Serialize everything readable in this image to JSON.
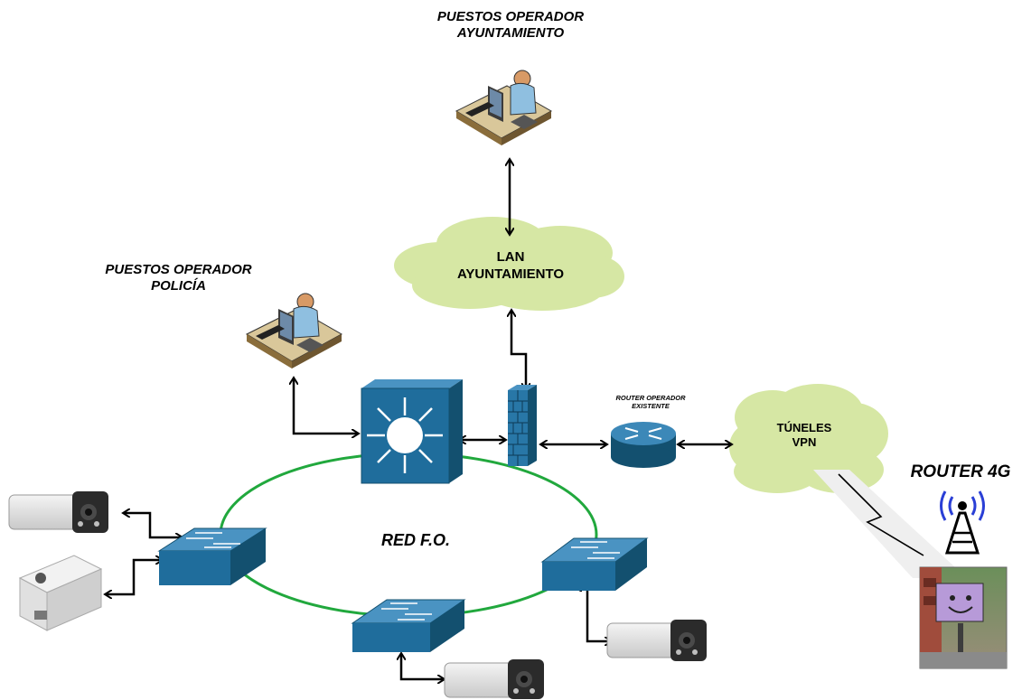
{
  "labels": {
    "operador_ayuntamiento": [
      "PUESTOS OPERADOR",
      "AYUNTAMIENTO"
    ],
    "operador_policia": [
      "PUESTOS OPERADOR",
      "POLICÍA"
    ],
    "router_operador": [
      "ROUTER OPERADOR",
      "EXISTENTE"
    ],
    "router_4g": "ROUTER 4G",
    "red_fo": "RED F.O."
  },
  "clouds": {
    "lan": [
      "LAN",
      "AYUNTAMIENTO"
    ],
    "vpn": [
      "TÚNELES",
      "VPN"
    ]
  },
  "colors": {
    "device_blue": "#1f6d9c",
    "device_blue_dark": "#13506f",
    "cloud_green": "#d6e7a4",
    "ring_green": "#21a83d",
    "firewall_blue": "#2877a7",
    "billboard_purple": "#b79ad8"
  }
}
